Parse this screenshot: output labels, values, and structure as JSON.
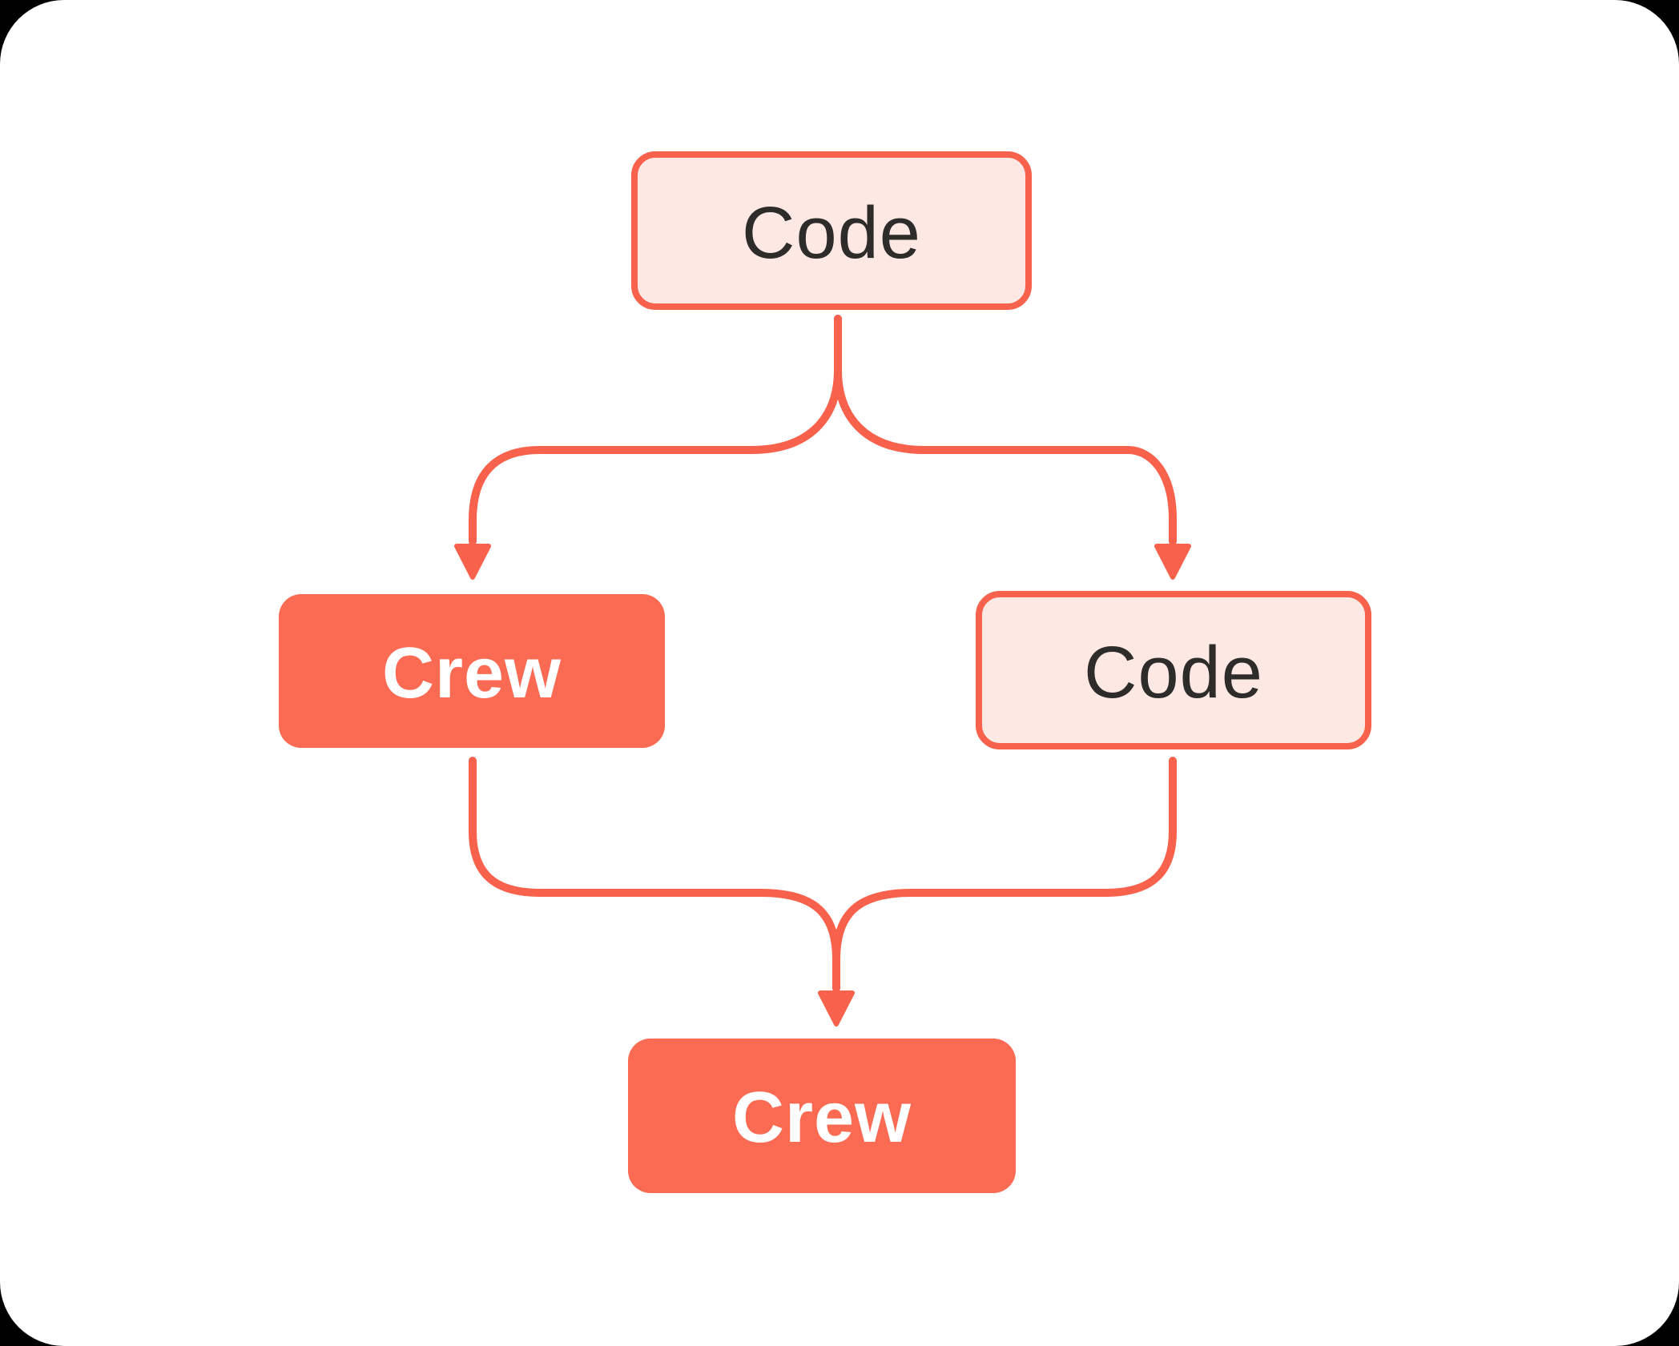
{
  "colors": {
    "background": "#000000",
    "card": "#ffffff",
    "accent": "#f8614b",
    "node_fill_solid": "#fb6a52",
    "node_fill_light": "#fde8e4",
    "text_dark": "#2e2c2a",
    "text_light": "#ffffff"
  },
  "diagram": {
    "nodes": [
      {
        "id": "code-top",
        "label": "Code",
        "variant": "outline"
      },
      {
        "id": "crew-left",
        "label": "Crew",
        "variant": "solid"
      },
      {
        "id": "code-right",
        "label": "Code",
        "variant": "outline"
      },
      {
        "id": "crew-bottom",
        "label": "Crew",
        "variant": "solid"
      }
    ],
    "edges": [
      {
        "from": "code-top",
        "to": "crew-left"
      },
      {
        "from": "code-top",
        "to": "code-right"
      },
      {
        "from": "crew-left",
        "to": "crew-bottom"
      },
      {
        "from": "code-right",
        "to": "crew-bottom"
      }
    ]
  }
}
